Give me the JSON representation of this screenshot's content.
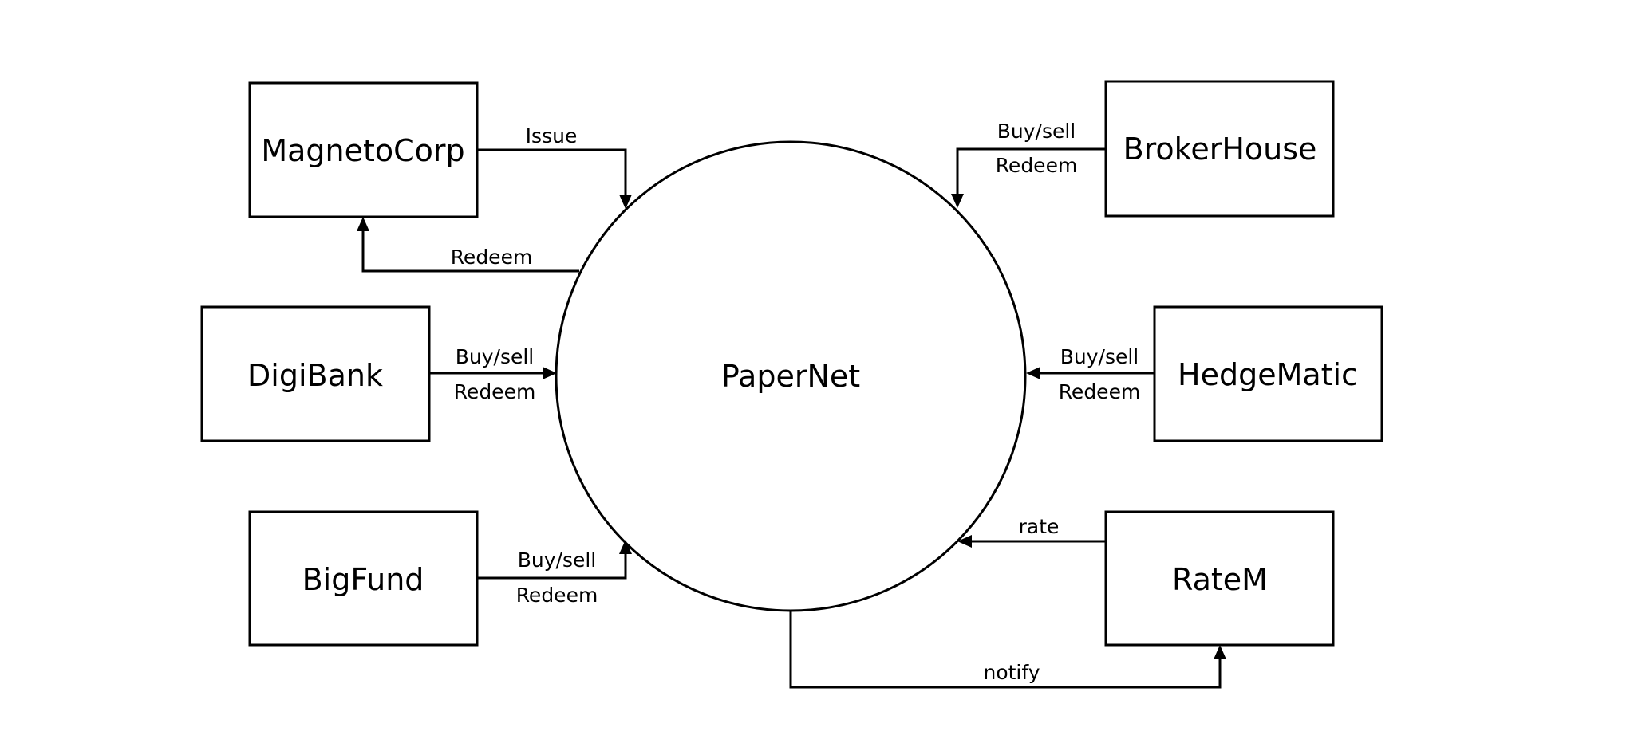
{
  "hub": {
    "label": "PaperNet"
  },
  "nodes": {
    "magnetocorp": "MagnetoCorp",
    "brokerhouse": "BrokerHouse",
    "digibank": "DigiBank",
    "hedgematic": "HedgeMatic",
    "bigfund": "BigFund",
    "ratem": "RateM"
  },
  "edges": {
    "magnetocorp_issue": "Issue",
    "magnetocorp_redeem": "Redeem",
    "brokerhouse_buysell": "Buy/sell",
    "brokerhouse_redeem": "Redeem",
    "digibank_buysell": "Buy/sell",
    "digibank_redeem": "Redeem",
    "hedgematic_buysell": "Buy/sell",
    "hedgematic_redeem": "Redeem",
    "bigfund_buysell": "Buy/sell",
    "bigfund_redeem": "Redeem",
    "ratem_rate": "rate",
    "papernet_notify": "notify"
  }
}
